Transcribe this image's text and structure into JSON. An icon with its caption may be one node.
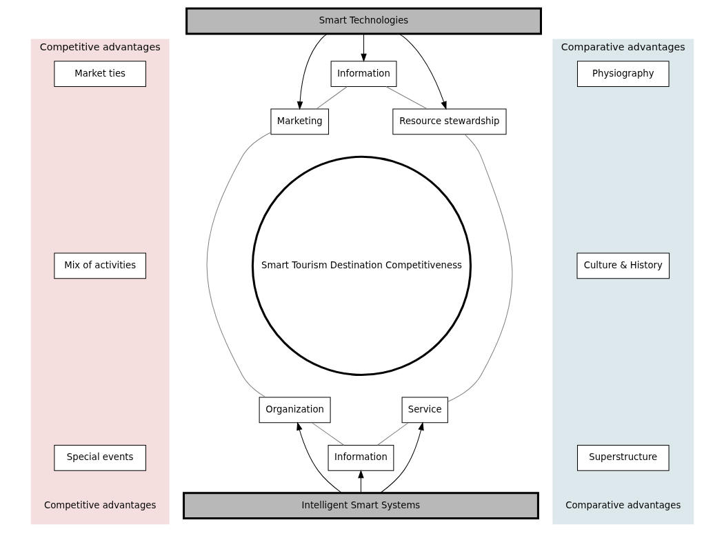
{
  "diagram": {
    "nodes": [
      {
        "text": [
          "Competitive advantages",
          "Competitive advantages"
        ]
      },
      {
        "text": [
          "Market ties"
        ],
        "in": 0
      },
      {
        "text": [
          "Mix of activities"
        ],
        "in": 0
      },
      {
        "text": [
          "Special events"
        ],
        "in": 0
      },
      {
        "text": [
          "Comparative advantages",
          "Comparative advantages"
        ]
      },
      {
        "text": [
          "Physiography"
        ],
        "in": 4
      },
      {
        "text": [
          "Culture & History"
        ],
        "in": 4
      },
      {
        "text": [
          "Superstructure"
        ],
        "in": 4
      },
      {
        "text": [
          "Smart Technologies"
        ]
      },
      {
        "text": [
          "Information"
        ]
      },
      {
        "text": [
          "Marketing"
        ]
      },
      {
        "text": [
          "Resource stewardship"
        ]
      },
      {
        "text": [
          "Smart Tourism Destination Competitiveness"
        ]
      },
      {
        "text": [
          "Organization"
        ]
      },
      {
        "text": [
          "Service"
        ]
      },
      {
        "text": [
          "Information"
        ]
      },
      {
        "text": [
          "Intelligent Smart Systems"
        ]
      }
    ],
    "edges": [
      {
        "from": 8,
        "to": 9,
        "arrow": "to"
      },
      {
        "from": 8,
        "to": 10,
        "arrow": "to"
      },
      {
        "from": 8,
        "to": 11,
        "arrow": "to"
      },
      {
        "from": 9,
        "to": 10,
        "arrow": "none",
        "color": "#808080"
      },
      {
        "from": 9,
        "to": 11,
        "arrow": "none",
        "color": "#808080"
      },
      {
        "from": 10,
        "to": 13,
        "arrow": "none",
        "color": "#808080"
      },
      {
        "from": 11,
        "to": 14,
        "arrow": "none",
        "color": "#808080"
      },
      {
        "from": 13,
        "to": 15,
        "arrow": "none",
        "color": "#808080"
      },
      {
        "from": 14,
        "to": 15,
        "arrow": "none",
        "color": "#808080"
      },
      {
        "from": 16,
        "to": 15,
        "arrow": "to"
      },
      {
        "from": 16,
        "to": 13,
        "arrow": "to"
      },
      {
        "from": 16,
        "to": 14,
        "arrow": "to"
      }
    ]
  }
}
